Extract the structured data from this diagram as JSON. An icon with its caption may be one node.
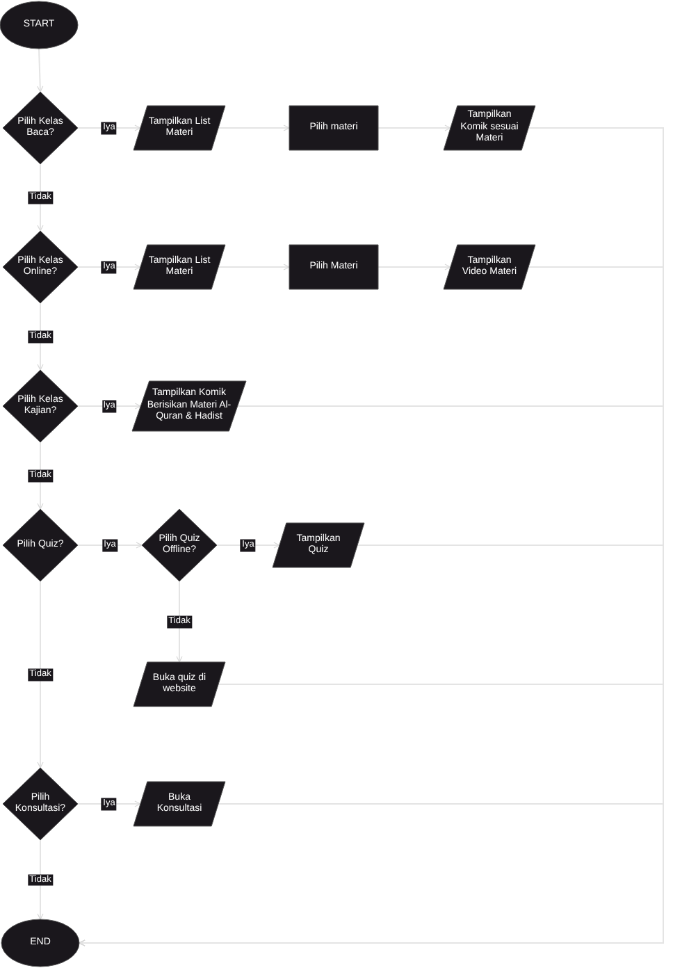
{
  "diagram": {
    "nodes": [
      {
        "text": [
          "START"
        ]
      },
      {
        "text": [
          "Pilih Kelas Baca?"
        ]
      },
      {
        "text": [
          "Tampilkan List Materi"
        ]
      },
      {
        "text": [
          "Pilih materi"
        ]
      },
      {
        "text": [
          "Tampilkan Komik sesuai Materi"
        ]
      },
      {
        "text": [
          "Pilih Kelas Online?"
        ]
      },
      {
        "text": [
          "Tampilkan List Materi"
        ]
      },
      {
        "text": [
          "Pilih Materi"
        ]
      },
      {
        "text": [
          "Tampilkan Video Materi"
        ]
      },
      {
        "text": [
          "Pilih Kelas Kajian?"
        ]
      },
      {
        "text": [
          "Tampilkan Komik Berisikan Materi Al-Quran & Hadist"
        ]
      },
      {
        "text": [
          "Pilih Quiz?"
        ]
      },
      {
        "text": [
          "Pilih Quiz Offline?"
        ]
      },
      {
        "text": [
          "Tampilkan Quiz"
        ]
      },
      {
        "text": [
          "Buka quiz di website"
        ]
      },
      {
        "text": [
          "Pilih Konsultasi?"
        ]
      },
      {
        "text": [
          "Buka Konsultasi"
        ]
      },
      {
        "text": [
          "END"
        ]
      }
    ],
    "edges": [
      {
        "from": 0,
        "to": 1,
        "arrow": "to"
      },
      {
        "from": 1,
        "to": 2,
        "arrow": "to",
        "label": "Iya"
      },
      {
        "from": 2,
        "to": 3,
        "arrow": "to"
      },
      {
        "from": 3,
        "to": 4,
        "arrow": "to"
      },
      {
        "from": 4,
        "to": 17,
        "arrow": "to"
      },
      {
        "from": 1,
        "to": 5,
        "arrow": "to",
        "label": "Tidak"
      },
      {
        "from": 5,
        "to": 6,
        "arrow": "to",
        "label": "Iya"
      },
      {
        "from": 6,
        "to": 7,
        "arrow": "to"
      },
      {
        "from": 7,
        "to": 8,
        "arrow": "to"
      },
      {
        "from": 8,
        "to": 17,
        "arrow": "to"
      },
      {
        "from": 5,
        "to": 9,
        "arrow": "to",
        "label": "Tidak"
      },
      {
        "from": 9,
        "to": 10,
        "arrow": "to",
        "label": "Iya"
      },
      {
        "from": 10,
        "to": 17,
        "arrow": "to"
      },
      {
        "from": 9,
        "to": 11,
        "arrow": "to",
        "label": "Tidak"
      },
      {
        "from": 11,
        "to": 12,
        "arrow": "to",
        "label": "Iya"
      },
      {
        "from": 12,
        "to": 13,
        "arrow": "to",
        "label": "Iya"
      },
      {
        "from": 13,
        "to": 17,
        "arrow": "to"
      },
      {
        "from": 12,
        "to": 14,
        "arrow": "to",
        "label": "Tidak"
      },
      {
        "from": 14,
        "to": 17,
        "arrow": "to"
      },
      {
        "from": 11,
        "to": 15,
        "arrow": "to",
        "label": "Tidak"
      },
      {
        "from": 15,
        "to": 16,
        "arrow": "to",
        "label": "Iya"
      },
      {
        "from": 16,
        "to": 17,
        "arrow": "to"
      },
      {
        "from": 15,
        "to": 17,
        "arrow": "to",
        "label": "Tidak"
      }
    ]
  }
}
